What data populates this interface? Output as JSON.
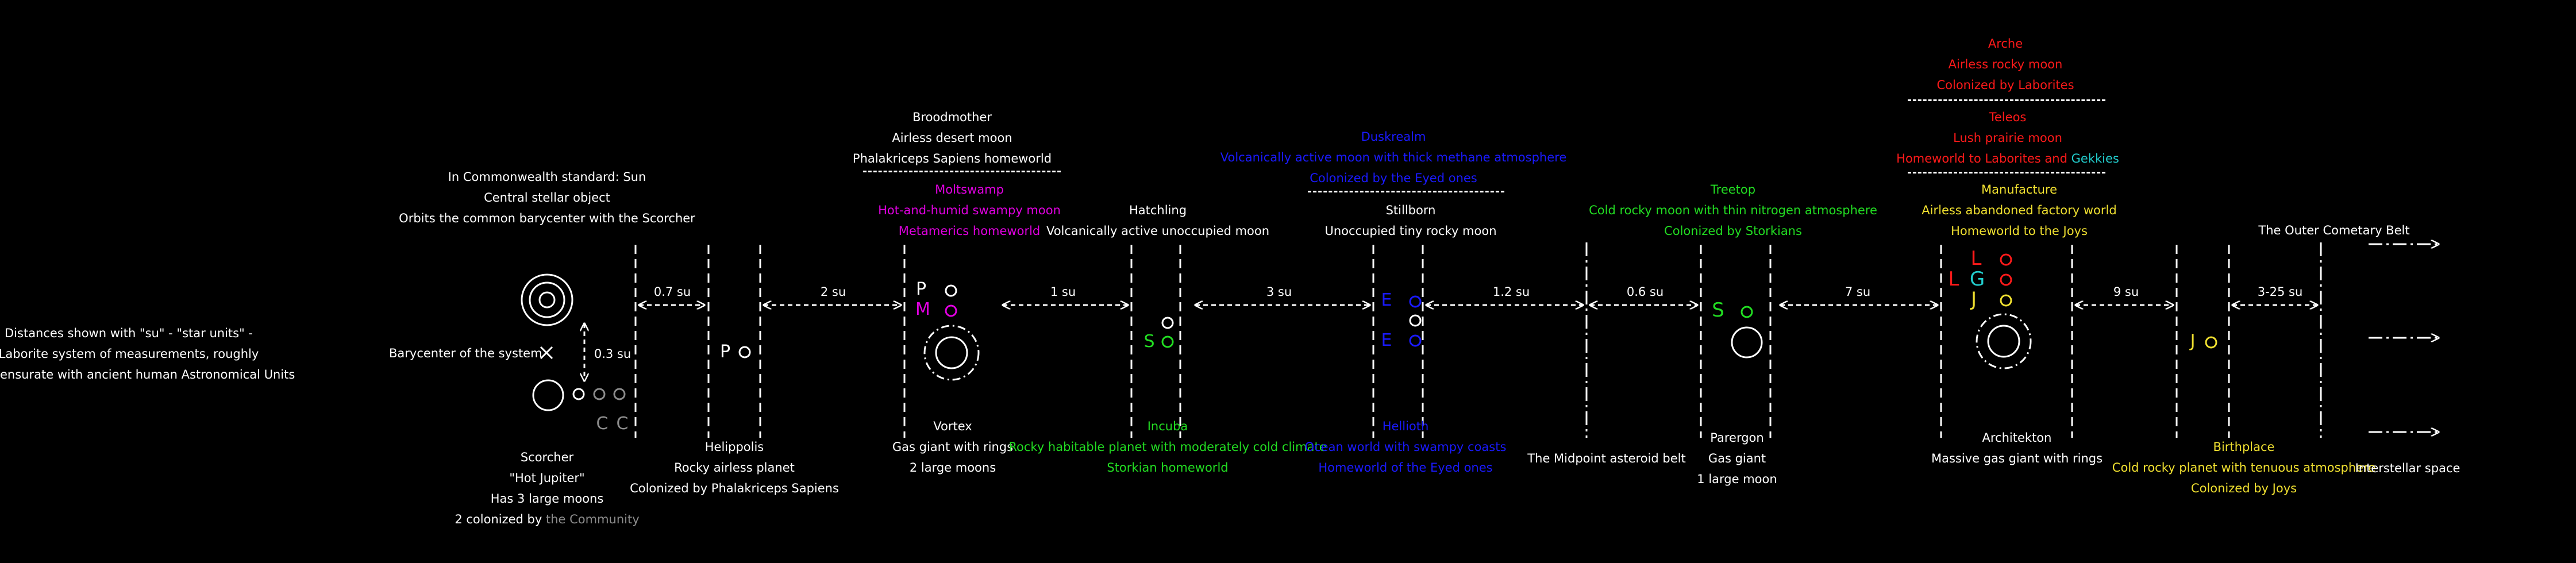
{
  "colors": {
    "white": "#ffffff",
    "grey": "#8c8c8c",
    "magenta": "#e100e1",
    "green": "#22dd22",
    "blue": "#1a1aff",
    "red": "#ff1a1a",
    "cyan": "#22cccc",
    "yellow": "#f0e030"
  },
  "intro": [
    "Distances shown with \"su\" - \"star units\" -",
    "Laborite system of measurements, roughly",
    "commensurate with ancient human Astronomical Units"
  ],
  "sun": {
    "lines": [
      "In Commonwealth standard: Sun",
      "Central stellar object",
      "Orbits the common barycenter with the Scorcher"
    ],
    "barycenter_label": "Barycenter of the system",
    "barycenter_distance": "0.3 su"
  },
  "scorcher": {
    "moon_letters": [
      "C",
      "C"
    ],
    "lines": [
      "Scorcher",
      "\"Hot Jupiter\"",
      "Has 3 large moons"
    ],
    "last_prefix": "2 colonized by ",
    "last_suffix": "the Community"
  },
  "distances": [
    "0.7 su",
    "2 su",
    "1 su",
    "3 su",
    "1.2 su",
    "0.6 su",
    "7 su",
    "9 su",
    "3-25 su"
  ],
  "helippolis": {
    "letter": "P",
    "lines": [
      "Helippolis",
      "Rocky airless planet",
      "Colonized by Phalakriceps Sapiens"
    ]
  },
  "vortex": {
    "moon_letters": [
      "P",
      "M"
    ],
    "broodmother": [
      "Broodmother",
      "Airless desert moon",
      "Phalakriceps Sapiens homeworld"
    ],
    "moltswamp": [
      "Moltswamp",
      "Hot-and-humid swampy moon",
      "Metamerics homeworld"
    ],
    "lines": [
      "Vortex",
      "Gas giant with rings",
      "2 large moons"
    ]
  },
  "hatchling": {
    "moon_letter": "S",
    "above": [
      "Hatchling",
      "Volcanically active unoccupied moon"
    ],
    "below": [
      "Incuba",
      "Rocky habitable planet with moderately cold climate",
      "Storkian homeworld"
    ]
  },
  "stillborn": {
    "moon_letters": [
      "E",
      "E"
    ],
    "duskrealm": [
      "Duskrealm",
      "Volcanically active moon with thick methane atmosphere",
      "Colonized by the Eyed ones"
    ],
    "above": [
      "Stillborn",
      "Unoccupied tiny rocky moon"
    ],
    "below": [
      "Hellioth",
      "Ocean world with swampy coasts",
      "Homeworld of the Eyed ones"
    ]
  },
  "belt": {
    "label": "The Midpoint asteroid belt"
  },
  "parergon": {
    "moon_letter": "S",
    "treetop": [
      "Treetop",
      "Cold rocky moon with thin nitrogen atmosphere",
      "Colonized by Storkians"
    ],
    "lines": [
      "Parergon",
      "Gas giant",
      "1 large moon"
    ]
  },
  "architekton": {
    "letters": [
      "L",
      "L",
      "G",
      "J"
    ],
    "arche": [
      "Arche",
      "Airless rocky moon",
      "Colonized by Laborites"
    ],
    "teleos": [
      "Teleos",
      "Lush prairie moon"
    ],
    "teleos_home_prefix": "Homeworld to Laborites and ",
    "teleos_home_suffix": "Gekkies",
    "manufacture": [
      "Manufacture",
      "Airless abandoned factory world",
      "Homeworld to the Joys"
    ],
    "lines": [
      "Architekton",
      "Massive gas giant with rings"
    ]
  },
  "birthplace": {
    "letter": "J",
    "lines": [
      "Birthplace",
      "Cold rocky planet with tenuous atmosphere",
      "Colonized by Joys"
    ]
  },
  "outer_belt": {
    "label": "The Outer Cometary Belt"
  },
  "interstellar": {
    "label": "Interstellar space"
  }
}
